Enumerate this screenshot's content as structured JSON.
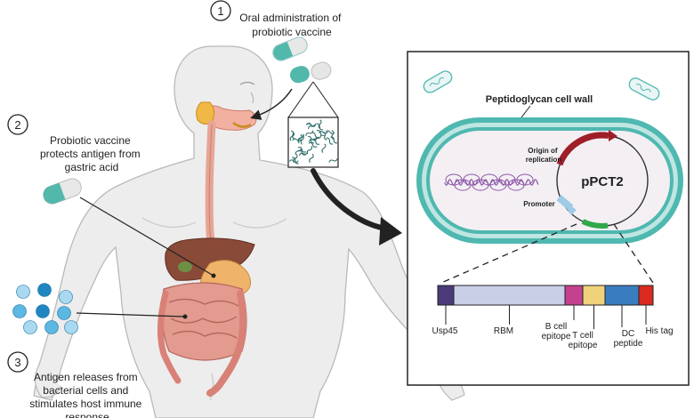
{
  "steps": [
    {
      "number": "1",
      "lines": [
        "Oral administration of",
        "probiotic vaccine"
      ]
    },
    {
      "number": "2",
      "lines": [
        "Probiotic vaccine",
        "protects antigen from",
        "gastric acid"
      ]
    },
    {
      "number": "3",
      "lines": [
        "Antigen releases from",
        "bacterial cells and",
        "stimulates host immune",
        "response"
      ]
    }
  ],
  "cell": {
    "wall_label": "Peptidoglycan cell wall",
    "plasmid_name": "pPCT2",
    "origin_label": [
      "Origin of",
      "replication"
    ],
    "promoter_label": "Promoter"
  },
  "construct": {
    "segments": [
      {
        "label": [
          "Usp45"
        ],
        "color": "#4b3a7a"
      },
      {
        "label": [
          "RBM"
        ],
        "color": "#c9cfe6"
      },
      {
        "label": [
          "B cell",
          "epitope"
        ],
        "color": "#c2428e"
      },
      {
        "label": [
          "T cell",
          "epitope"
        ],
        "color": "#f0d27a"
      },
      {
        "label": [
          "DC",
          "peptide"
        ],
        "color": "#3a7cc0"
      },
      {
        "label": [
          "His tag"
        ],
        "color": "#d92b1f"
      }
    ]
  },
  "colors": {
    "capsule_teal": "#52b8ab",
    "cell_wall": "#4fb8b0",
    "plasmid_origin": "#9e1f28",
    "plasmid_promoter_arrow": "#9fcbe6",
    "plasmid_gene": "#2fa84a",
    "body": "#ededed",
    "intestine": "#d98177",
    "antigen": "#2f9fd6"
  }
}
